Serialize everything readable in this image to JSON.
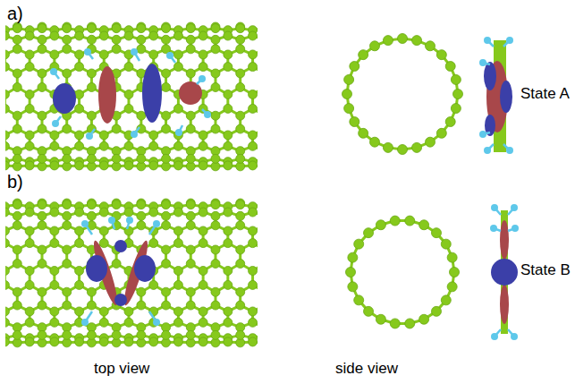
{
  "diagram": {
    "labels": [
      "a)",
      "State A",
      "b)",
      "State B",
      "top view",
      "side view"
    ]
  }
}
